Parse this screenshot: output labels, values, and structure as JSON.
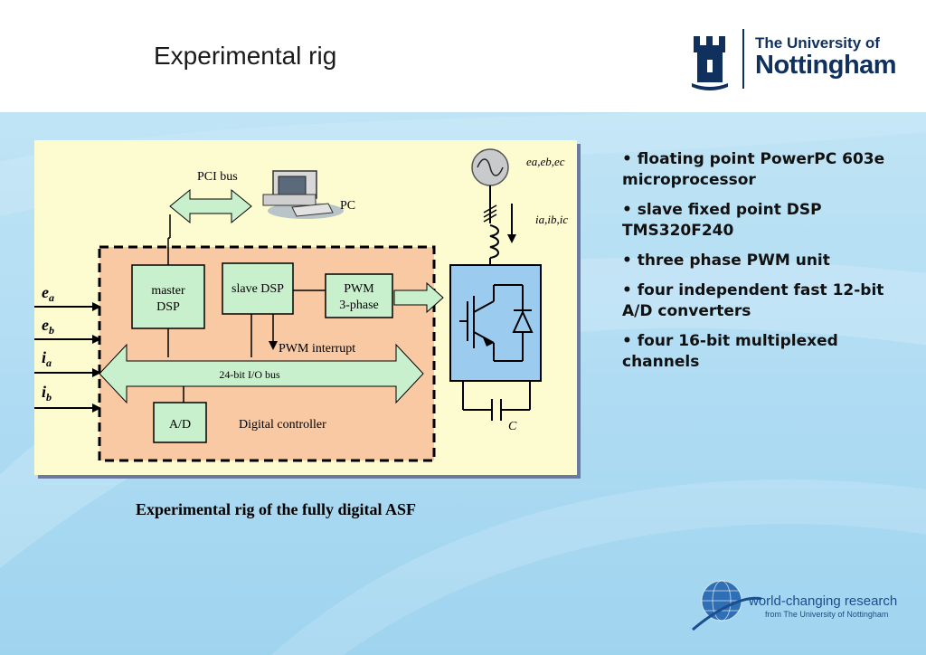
{
  "slide": {
    "title": "Experimental rig",
    "logo": {
      "line1": "The University of",
      "line2": "Nottingham"
    },
    "caption": "Experimental rig of the fully digital ASF",
    "bullets": [
      "• floating point PowerPC 603e microprocessor",
      "• slave fixed point DSP TMS320F240",
      "• three phase PWM unit",
      "• four independent fast 12-bit A/D converters",
      "• four 16-bit multiplexed channels"
    ],
    "footer": {
      "line1": "world-changing research",
      "line2": "from The University of Nottingham"
    }
  },
  "diagram": {
    "pci_bus": "PCI bus",
    "pc": "PC",
    "master_dsp": [
      "master",
      "DSP"
    ],
    "slave_dsp": "slave DSP",
    "pwm": [
      "PWM",
      "3-phase"
    ],
    "pwm_interrupt": "PWM interrupt",
    "io_bus": "24-bit I/O bus",
    "ad": "A/D",
    "digital_controller": "Digital controller",
    "source_voltages": "ea,eb,ec",
    "source_currents": "ia,ib,ic",
    "capacitor": "C",
    "inputs": [
      {
        "main": "e",
        "sub": "a"
      },
      {
        "main": "e",
        "sub": "b"
      },
      {
        "main": "i",
        "sub": "a"
      },
      {
        "main": "i",
        "sub": "b"
      }
    ]
  },
  "colors": {
    "diagram_bg": "#fdfbd0",
    "controller_bg": "#f9c9a4",
    "block_fill": "#c9f0cd",
    "inverter_fill": "#9ccbf0",
    "title_text": "#1a1a1a"
  }
}
